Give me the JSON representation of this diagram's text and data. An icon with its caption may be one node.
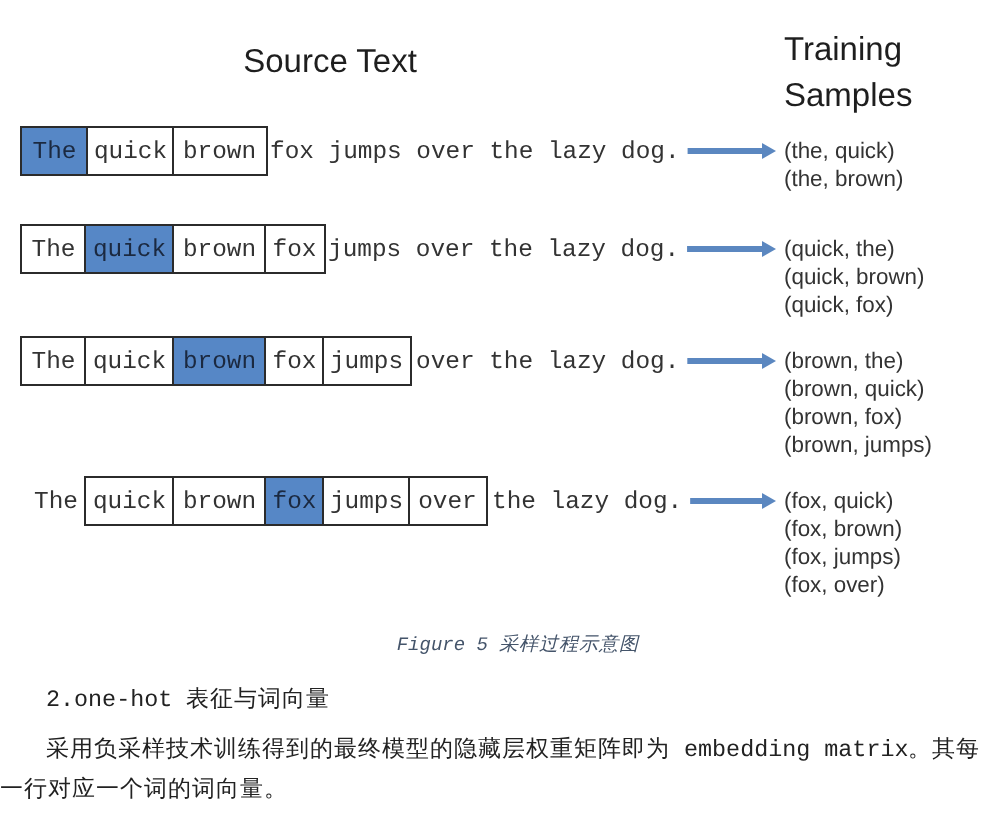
{
  "diagram": {
    "caption": "Figure 5 采样过程示意图",
    "nodes": [
      {
        "text": [
          "The"
        ]
      },
      {
        "text": [
          "quick"
        ]
      },
      {
        "text": [
          "brown"
        ]
      },
      {
        "text": [
          "fox jumps over the lazy dog."
        ]
      },
      {
        "text": [
          "(the, quick)",
          "(the, brown)"
        ]
      },
      {
        "text": [
          "The"
        ]
      },
      {
        "text": [
          "quick"
        ]
      },
      {
        "text": [
          "brown"
        ]
      },
      {
        "text": [
          "fox"
        ]
      },
      {
        "text": [
          "jumps over the lazy dog."
        ]
      },
      {
        "text": [
          "(quick, the)",
          "(quick, brown)",
          "(quick, fox)"
        ]
      },
      {
        "text": [
          "The"
        ]
      },
      {
        "text": [
          "quick"
        ]
      },
      {
        "text": [
          "brown"
        ]
      },
      {
        "text": [
          "fox"
        ]
      },
      {
        "text": [
          "jumps"
        ]
      },
      {
        "text": [
          "over the lazy dog."
        ]
      },
      {
        "text": [
          "(brown, the)",
          "(brown, quick)",
          "(brown, fox)",
          "(brown, jumps)"
        ]
      },
      {
        "text": [
          "quick"
        ]
      },
      {
        "text": [
          "brown"
        ]
      },
      {
        "text": [
          "fox"
        ]
      },
      {
        "text": [
          "jumps"
        ]
      },
      {
        "text": [
          "over"
        ]
      },
      {
        "text": [
          "the lazy dog."
        ]
      },
      {
        "text": [
          "(fox, quick)",
          "(fox, brown)",
          "(fox, jumps)",
          "(fox, over)"
        ]
      }
    ],
    "edges": [
      {
        "from": 3,
        "to": 4,
        "arrow": "to"
      },
      {
        "from": 9,
        "to": 10,
        "arrow": "to"
      },
      {
        "from": 16,
        "to": 17,
        "arrow": "to"
      },
      {
        "from": 23,
        "to": 24,
        "arrow": "to"
      }
    ],
    "labels": [
      "Source Text",
      "Training Samples",
      "The",
      "2.one-hot 表征与词向量",
      "采用负采样技术训练得到的最终模型的隐藏层权重矩阵即为 embedding matrix。其每一行对应一个词的词向量。"
    ]
  }
}
